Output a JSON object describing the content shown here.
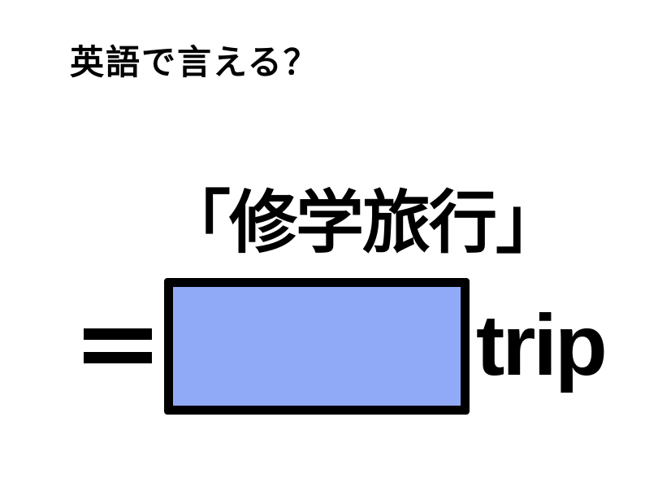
{
  "header": {
    "question": "英語で言える？"
  },
  "quiz": {
    "term": "「修学旅行」",
    "equals_symbol": "=",
    "answer_box_color": "#91AAF7",
    "answer_hidden": "",
    "suffix_word": "trip"
  }
}
